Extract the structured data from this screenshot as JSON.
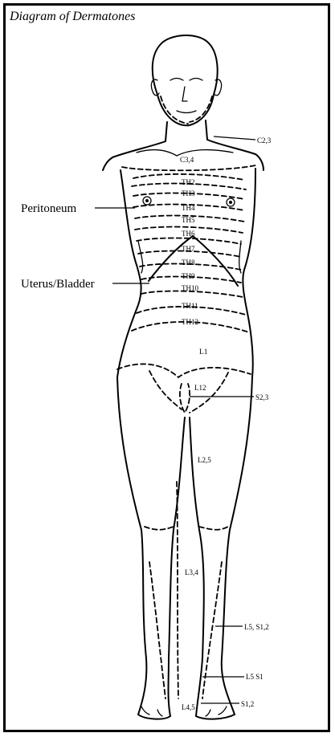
{
  "title": "Diagram of Dermatones",
  "callouts": {
    "peritoneum": "Peritoneum",
    "uterus_bladder": "Uterus/Bladder"
  },
  "dermatomes": {
    "c23": "C2,3",
    "c34": "C3,4",
    "th2": "TH2",
    "th3": "TH3",
    "th4": "TH4",
    "th5": "TH5",
    "th6": "TH6",
    "th7": "TH7",
    "th8": "TH8",
    "th9": "TH9",
    "th10": "TH10",
    "th11": "TH11",
    "th12": "TH12",
    "l1": "L1",
    "l12": "L12",
    "s23": "S2,3",
    "l25": "L2,5",
    "l34": "L3,4",
    "l5s12": "L5, S1,2",
    "l5s1": "L5 S1",
    "l45": "L4,5",
    "s12": "S1,2"
  },
  "colors": {
    "ink": "#000000",
    "paper": "#ffffff"
  }
}
